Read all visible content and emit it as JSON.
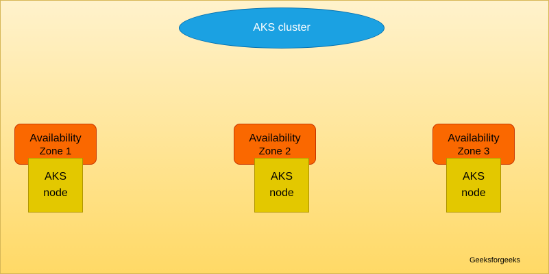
{
  "cluster": {
    "label": "AKS cluster",
    "color": "#1ba1e2"
  },
  "zones": [
    {
      "line1": "Availability",
      "line2": "Zone 1",
      "node": "AKS\nnode"
    },
    {
      "line1": "Availability",
      "line2": "Zone 2",
      "node": "AKS\nnode"
    },
    {
      "line1": "Availability",
      "line2": "Zone 3",
      "node": "AKS\nnode"
    }
  ],
  "node_label": {
    "line1": "AKS",
    "line2": "node"
  },
  "watermark": "Geeksforgeeks"
}
